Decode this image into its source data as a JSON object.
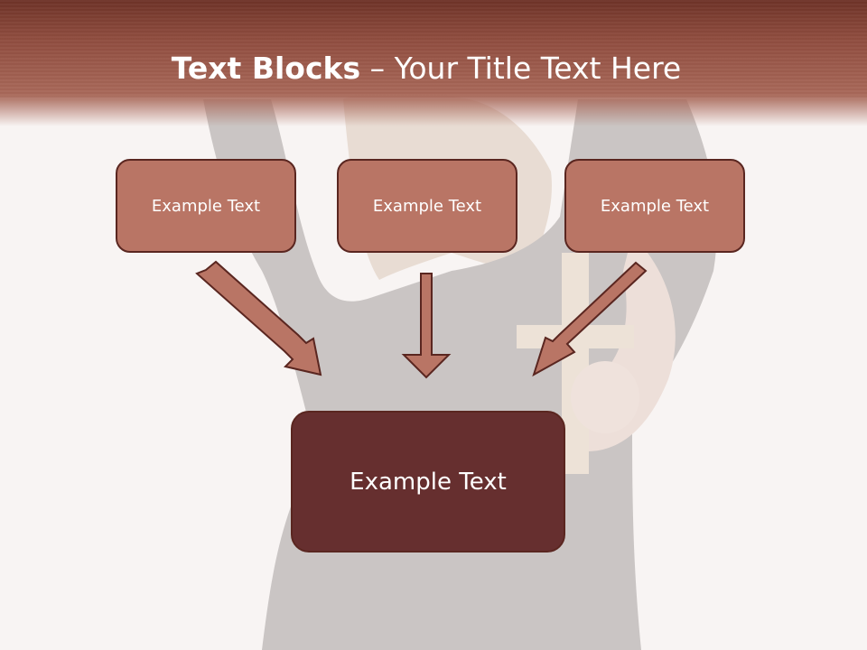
{
  "title": {
    "bold": "Text Blocks",
    "rest": " – Your Title Text Here"
  },
  "boxes": {
    "top": [
      "Example Text",
      "Example Text",
      "Example Text"
    ],
    "main": "Example Text"
  },
  "colors": {
    "header": "#8f4c3e",
    "box_fill": "#b97565",
    "box_border": "#5a2620",
    "main_fill": "#662f2f",
    "arrow_fill": "#b97565"
  },
  "background_image": "woman-in-black-dress-holding-wooden-cross-photo"
}
